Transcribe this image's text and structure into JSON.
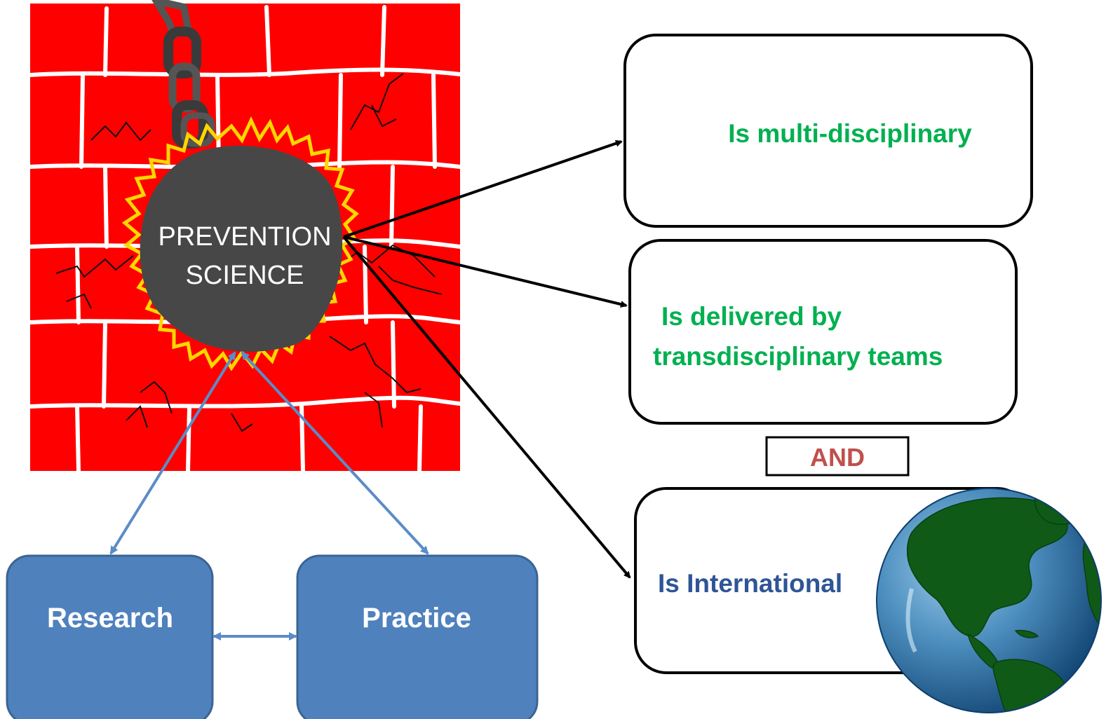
{
  "ball": {
    "label_line1": "PREVENTION",
    "label_line2": "SCIENCE"
  },
  "boxes": {
    "research": "Research",
    "practice": "Practice",
    "multi": "Is multi-disciplinary",
    "delivered_line1": "Is delivered by",
    "delivered_line2": "transdisciplinary teams",
    "and": "AND",
    "international": "Is International"
  },
  "colors": {
    "wall_red": "#ff0000",
    "mortar": "#ffffff",
    "ball": "#474747",
    "burst": "#ffd700",
    "box_blue": "#4f81bd",
    "box_blue_border": "#3a6593",
    "green_text": "#00b050",
    "and_text": "#c0504d",
    "international_text": "#2f5597",
    "arrow_blue": "#5b8cc8",
    "arrow_black": "#000000"
  },
  "icons": [
    "chain-icon",
    "globe-icon"
  ]
}
